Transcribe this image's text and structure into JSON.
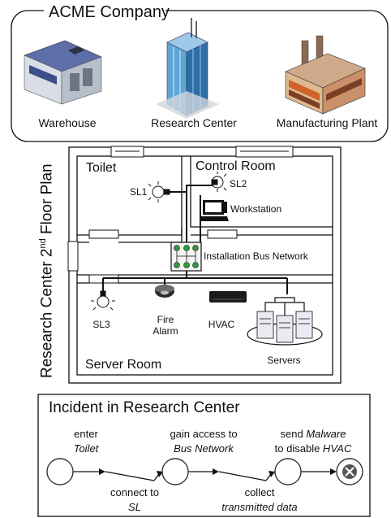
{
  "company": {
    "title": "ACME Company",
    "buildings": [
      {
        "label": "Warehouse",
        "icon": "warehouse-icon"
      },
      {
        "label": "Research Center",
        "icon": "office-tower-icon"
      },
      {
        "label": "Manufacturing Plant",
        "icon": "factory-icon"
      }
    ]
  },
  "floor_plan": {
    "side_title": "Research Center 2nd Floor Plan",
    "side_title_parts": {
      "prefix": "Research Center 2",
      "sup": "nd",
      "suffix": " Floor Plan"
    },
    "rooms": {
      "toilet": "Toilet",
      "control": "Control Room",
      "server": "Server Room"
    },
    "devices": {
      "sl1": "SL1",
      "sl2": "SL2",
      "sl3": "SL3",
      "workstation": "Workstation",
      "bus": "Installation Bus Network",
      "fire_line1": "Fire",
      "fire_line2": "Alarm",
      "hvac": "HVAC",
      "servers": "Servers"
    }
  },
  "incident": {
    "title": "Incident in Research Center",
    "steps_top": [
      {
        "line1": "enter",
        "line2": "Toilet"
      },
      {
        "line1": "gain access to",
        "line2": "Bus Network"
      },
      {
        "line1a": "send ",
        "line1b": "Malware",
        "line2a": "to disable ",
        "line2b": "HVAC"
      }
    ],
    "steps_bottom": [
      {
        "line1": "connect to",
        "line2": "SL"
      },
      {
        "line1": "collect",
        "line2": "transmitted data"
      }
    ]
  }
}
